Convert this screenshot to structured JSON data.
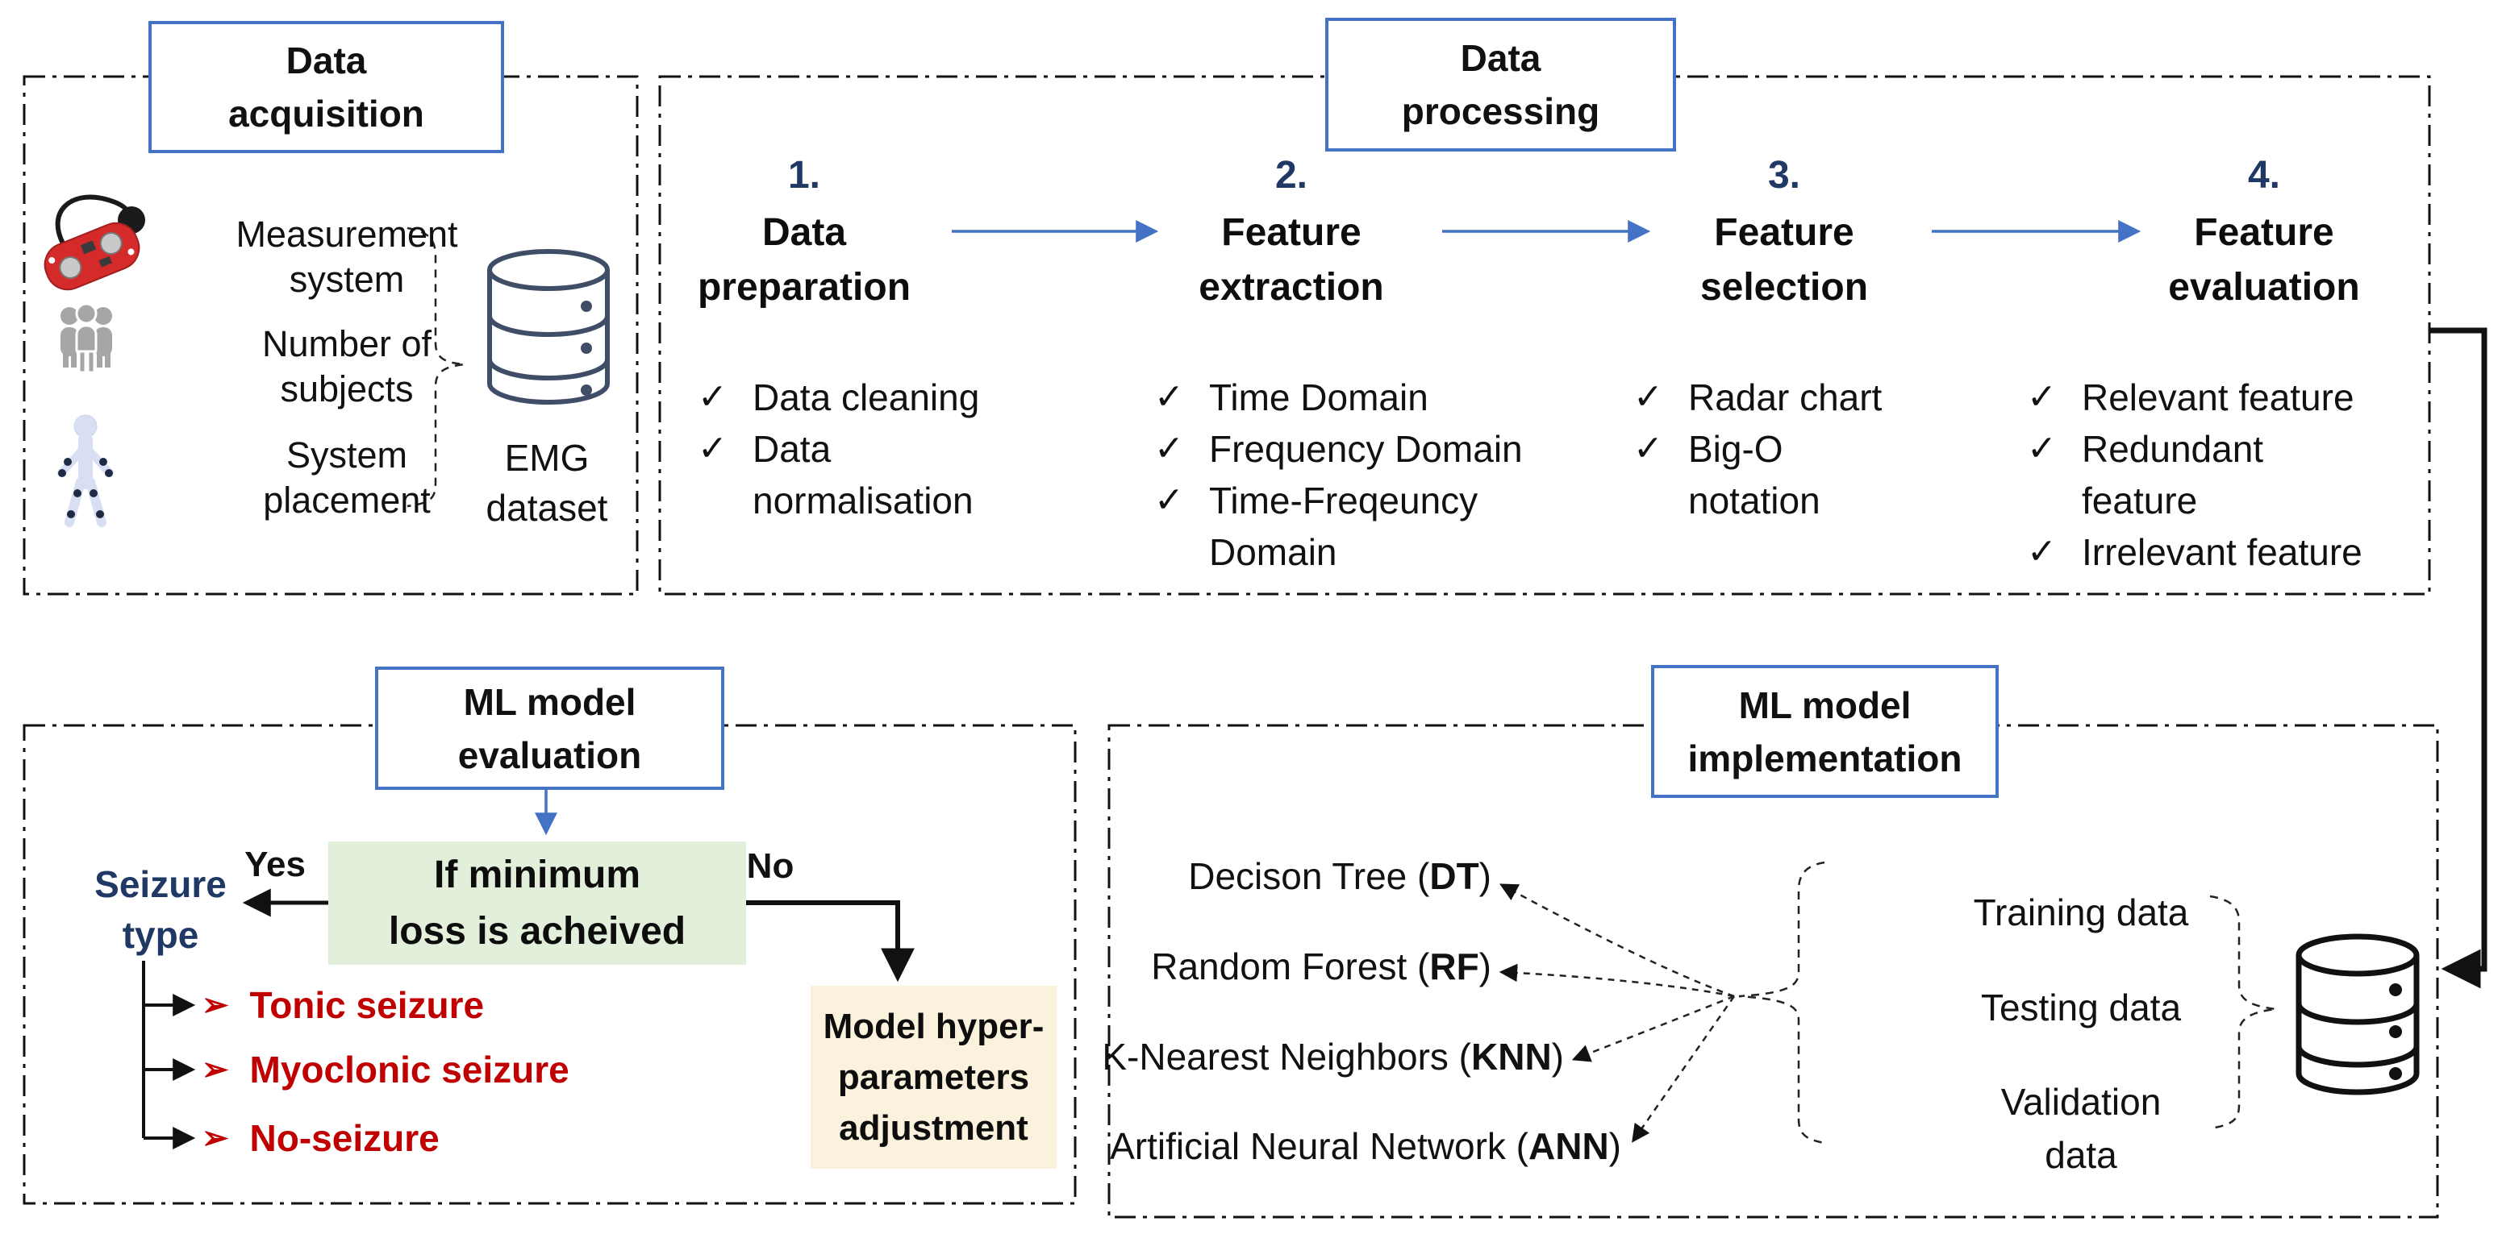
{
  "glyphs": {
    "check": "✓",
    "chevron": "➢"
  },
  "colors": {
    "accent_blue": "#4472C4",
    "navy": "#1F3864",
    "red": "#C00000",
    "green_box_bg": "#E2EFDA",
    "cream_box_bg": "#FBF2DE",
    "database_navy": "#3F4E66",
    "people_gray": "#A6A6A6"
  },
  "acquisition": {
    "title_lines": [
      "Data",
      "acquisition"
    ],
    "items": [
      {
        "icon": "emg-sensor-icon",
        "label_lines": [
          "Measurement",
          "system"
        ]
      },
      {
        "icon": "subjects-icon",
        "label_lines": [
          "Number of",
          "subjects"
        ]
      },
      {
        "icon": "body-placement-icon",
        "label_lines": [
          "System",
          "placement"
        ]
      }
    ],
    "dataset_label_lines": [
      "EMG",
      "dataset"
    ]
  },
  "processing": {
    "title_lines": [
      "Data",
      "processing"
    ],
    "steps": [
      {
        "number": "1.",
        "title_lines": [
          "Data",
          "preparation"
        ],
        "lines": [
          "Data cleaning",
          "Data",
          "normalisation"
        ]
      },
      {
        "number": "2.",
        "title_lines": [
          "Feature",
          "extraction"
        ],
        "lines": [
          "Time Domain",
          "Frequency Domain",
          "Time-Freqeuncy",
          "Domain"
        ]
      },
      {
        "number": "3.",
        "title_lines": [
          "Feature",
          "selection"
        ],
        "lines": [
          "Radar chart",
          "Big-O",
          "notation"
        ]
      },
      {
        "number": "4.",
        "title_lines": [
          "Feature",
          "evaluation"
        ],
        "lines": [
          "Relevant feature",
          "Redundant",
          "feature",
          "Irrelevant feature"
        ]
      }
    ]
  },
  "evaluation": {
    "title_lines": [
      "ML model",
      "evaluation"
    ],
    "condition_lines": [
      "If minimum",
      "loss is acheived"
    ],
    "yes_label": "Yes",
    "no_label": "No",
    "seizure_lines": [
      "Seizure",
      "type"
    ],
    "seizure_types": [
      "Tonic seizure",
      "Myoclonic seizure",
      "No-seizure"
    ],
    "adjust_lines": [
      "Model hyper-",
      "parameters",
      "adjustment"
    ]
  },
  "implementation": {
    "title_lines": [
      "ML model",
      "implementation"
    ],
    "models": [
      {
        "pre": "Decison Tree (",
        "abbr": "DT",
        "post": ")"
      },
      {
        "pre": "Random Forest (",
        "abbr": "RF",
        "post": ")"
      },
      {
        "pre": "K-Nearest Neighbors (",
        "abbr": "KNN",
        "post": ")"
      },
      {
        "pre": "Artificial Neural Network (",
        "abbr": "ANN",
        "post": ")"
      }
    ],
    "datasets": [
      {
        "lines": [
          "Training data"
        ]
      },
      {
        "lines": [
          "Testing data"
        ]
      },
      {
        "lines": [
          "Validation",
          "data"
        ]
      }
    ]
  }
}
